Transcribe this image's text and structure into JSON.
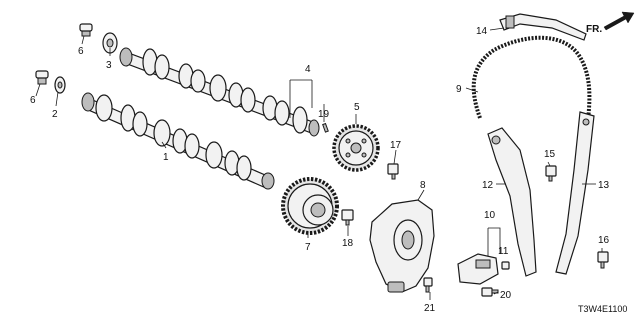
{
  "diagram": {
    "orientation_label": "FR.",
    "diagram_code": "T3W4E1100",
    "callouts": {
      "c1": "1",
      "c2": "2",
      "c3": "3",
      "c4": "4",
      "c5": "5",
      "c6a": "6",
      "c6b": "6",
      "c7": "7",
      "c8": "8",
      "c9": "9",
      "c10": "10",
      "c11": "11",
      "c12": "12",
      "c13": "13",
      "c14": "14",
      "c15": "15",
      "c16": "16",
      "c17": "17",
      "c18": "18",
      "c19": "19",
      "c20": "20",
      "c21": "21"
    }
  }
}
